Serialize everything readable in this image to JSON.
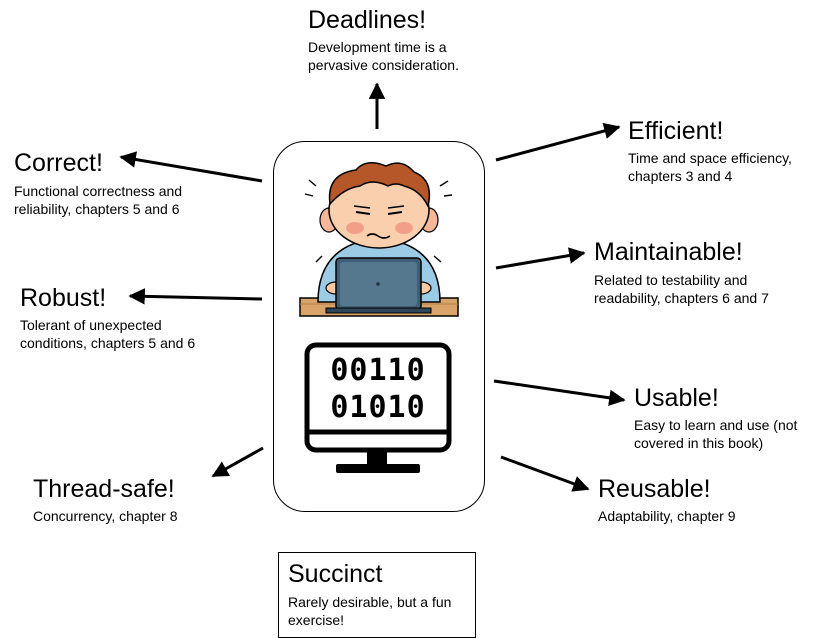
{
  "nodes": {
    "deadlines": {
      "title": "Deadlines!",
      "desc": "Development time is a pervasive consideration."
    },
    "efficient": {
      "title": "Efficient!",
      "desc": "Time and space efficiency, chapters 3 and 4"
    },
    "correct": {
      "title": "Correct!",
      "desc": "Functional correctness and reliability, chapters 5 and 6"
    },
    "maintainable": {
      "title": "Maintainable!",
      "desc": "Related to testability and readability, chapters 6 and 7"
    },
    "robust": {
      "title": "Robust!",
      "desc": "Tolerant of unexpected conditions, chapters 5 and 6"
    },
    "usable": {
      "title": "Usable!",
      "desc": "Easy to learn and use (not covered in this book)"
    },
    "threadsafe": {
      "title": "Thread-safe!",
      "desc": "Concurrency, chapter 8"
    },
    "reusable": {
      "title": "Reusable!",
      "desc": "Adaptability, chapter 9"
    },
    "succinct": {
      "title": "Succinct",
      "desc": "Rarely desirable, but a fun exercise!"
    }
  },
  "monitor": {
    "row1": "00110",
    "row2": "01010"
  },
  "icons": [
    "stressed-developer-icon",
    "binary-monitor-icon"
  ]
}
